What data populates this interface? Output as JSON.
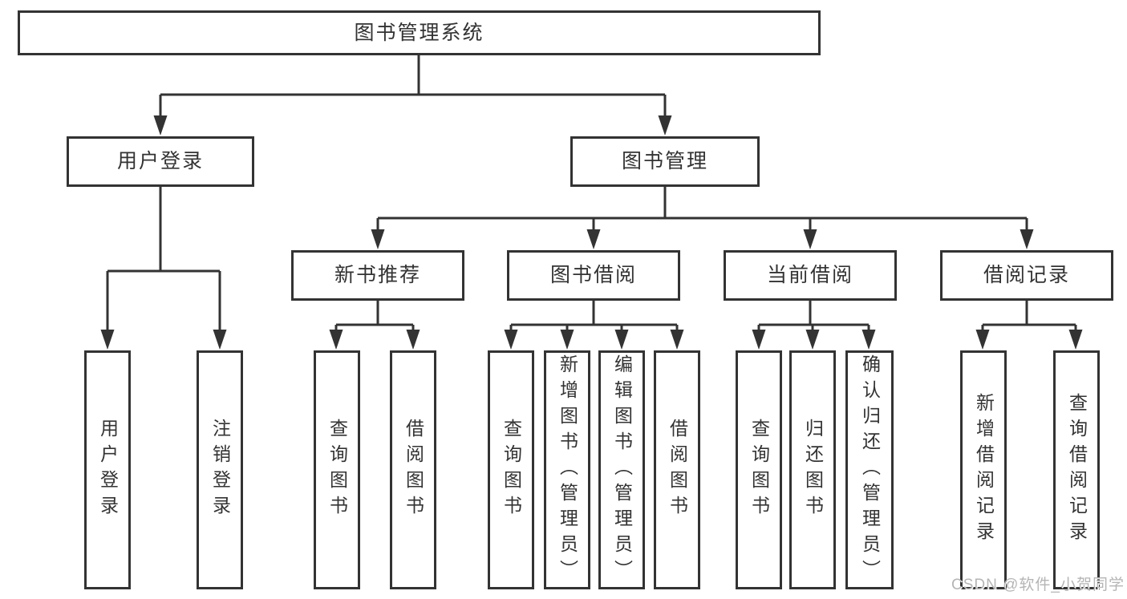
{
  "diagram": {
    "root": {
      "label": "图书管理系统"
    },
    "branches": [
      {
        "label": "用户登录",
        "children": [
          {
            "label": "用户登录"
          },
          {
            "label": "注销登录"
          }
        ]
      },
      {
        "label": "图书管理",
        "children": [
          {
            "label": "新书推荐",
            "children": [
              {
                "label": "查询图书"
              },
              {
                "label": "借阅图书"
              }
            ]
          },
          {
            "label": "图书借阅",
            "children": [
              {
                "label": "查询图书"
              },
              {
                "label": "新增图书（管理员）"
              },
              {
                "label": "编辑图书（管理员）"
              },
              {
                "label": "借阅图书"
              }
            ]
          },
          {
            "label": "当前借阅",
            "children": [
              {
                "label": "查询图书"
              },
              {
                "label": "归还图书"
              },
              {
                "label": "确认归还（管理员）"
              }
            ]
          },
          {
            "label": "借阅记录",
            "children": [
              {
                "label": "新增借阅记录"
              },
              {
                "label": "查询借阅记录"
              }
            ]
          }
        ]
      }
    ]
  },
  "watermark": {
    "text": "CSDN @软件_小贺同学"
  },
  "colors": {
    "line": "#333333",
    "text": "#333333",
    "watermark": "#b5b5b5",
    "background": "#ffffff"
  }
}
